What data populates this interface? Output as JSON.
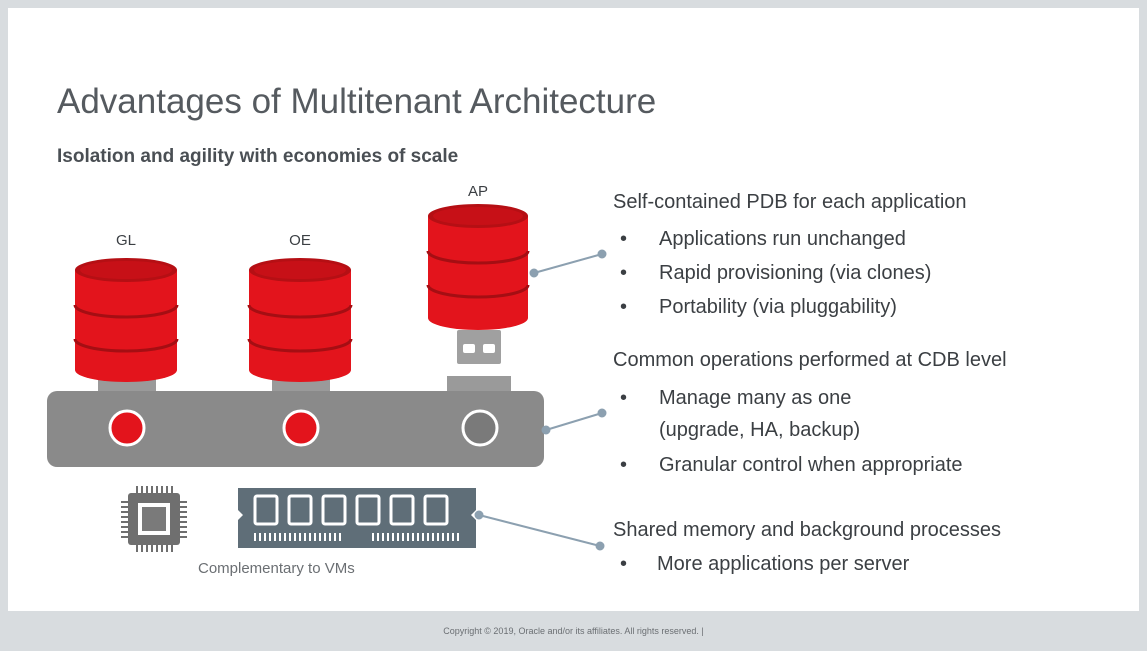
{
  "title": "Advantages of Multitenant Architecture",
  "subtitle": "Isolation and agility with economies of scale",
  "databases": [
    {
      "label": "GL",
      "plugged": true
    },
    {
      "label": "OE",
      "plugged": true
    },
    {
      "label": "AP",
      "plugged": false
    }
  ],
  "caption": "Complementary to VMs",
  "sections": [
    {
      "heading": "Self-contained PDB for each application",
      "bullets": [
        "Applications run unchanged",
        "Rapid provisioning (via clones)",
        "Portability (via pluggability)"
      ]
    },
    {
      "heading": "Common operations performed at CDB level",
      "bullets": [
        "Manage many as one",
        "Granular control when appropriate"
      ],
      "continuation": "(upgrade, HA, backup)"
    },
    {
      "heading": "Shared memory and background processes",
      "bullets": [
        "More applications per server"
      ]
    }
  ],
  "bullet_glyph": "•",
  "footer": "Copyright © 2019, Oracle and/or its affiliates. All rights reserved.  |",
  "colors": {
    "db_red": "#e3141c",
    "db_dark": "#b50f14",
    "hub_gray": "#8a8a8a",
    "line": "#8ca0b0"
  }
}
